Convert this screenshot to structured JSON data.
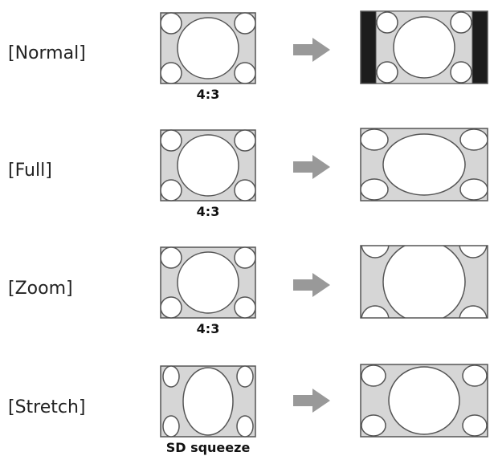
{
  "rows": [
    {
      "label": "[Normal]",
      "caption": "4:3"
    },
    {
      "label": "[Full]",
      "caption": "4:3"
    },
    {
      "label": "[Zoom]",
      "caption": "4:3"
    },
    {
      "label": "[Stretch]",
      "caption": "SD squeeze"
    }
  ],
  "colors": {
    "frame_fill": "#d6d6d6",
    "stroke": "#555555",
    "circle_fill": "#ffffff",
    "arrow": "#999999",
    "bar": "#1c1c1c"
  }
}
